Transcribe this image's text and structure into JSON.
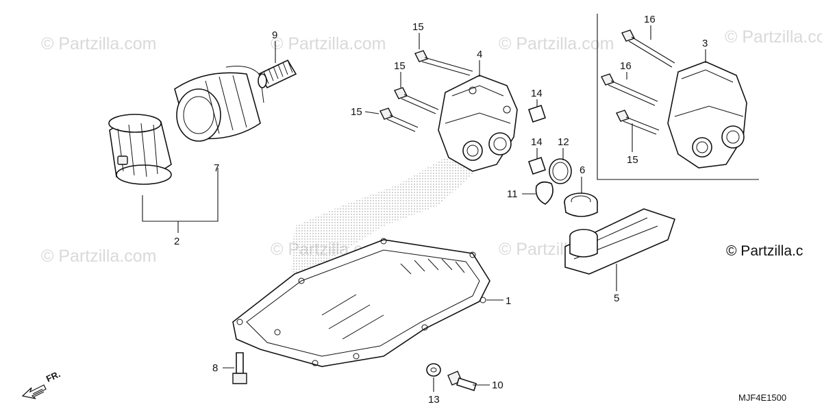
{
  "watermark": {
    "text": "© Partzilla.com"
  },
  "side_label": {
    "text": "© Partzilla.c"
  },
  "diagram_code": "MJF4E1500",
  "direction_label": "FR.",
  "callouts": [
    {
      "id": "c1",
      "text": "1"
    },
    {
      "id": "c2",
      "text": "2"
    },
    {
      "id": "c3",
      "text": "3"
    },
    {
      "id": "c4",
      "text": "4"
    },
    {
      "id": "c5",
      "text": "5"
    },
    {
      "id": "c6",
      "text": "6"
    },
    {
      "id": "c7",
      "text": "7"
    },
    {
      "id": "c8",
      "text": "8"
    },
    {
      "id": "c9",
      "text": "9"
    },
    {
      "id": "c10",
      "text": "10"
    },
    {
      "id": "c11",
      "text": "11"
    },
    {
      "id": "c12",
      "text": "12"
    },
    {
      "id": "c13",
      "text": "13"
    },
    {
      "id": "c14a",
      "text": "14"
    },
    {
      "id": "c14b",
      "text": "14"
    },
    {
      "id": "c15a",
      "text": "15"
    },
    {
      "id": "c15b",
      "text": "15"
    },
    {
      "id": "c15c",
      "text": "15"
    },
    {
      "id": "c15d",
      "text": "15"
    },
    {
      "id": "c16a",
      "text": "16"
    },
    {
      "id": "c16b",
      "text": "16"
    }
  ]
}
